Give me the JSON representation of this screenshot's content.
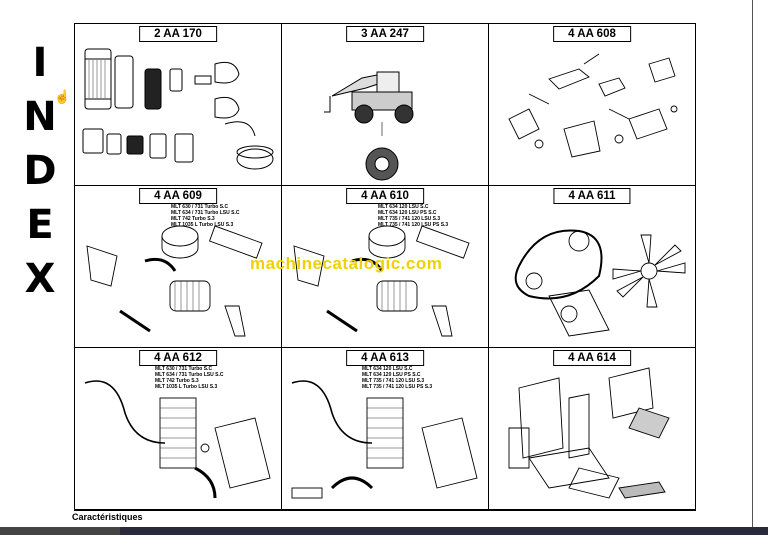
{
  "side_title": [
    "I",
    "N",
    "D",
    "E",
    "X"
  ],
  "cells": [
    {
      "code": "2 AA 170",
      "models": []
    },
    {
      "code": "3 AA 247",
      "models": []
    },
    {
      "code": "4 AA 608",
      "models": []
    },
    {
      "code": "4 AA 609",
      "models": [
        "MLT 630 / 731 Turbo S.C",
        "MLT 634 / 731 Turbo LSU S.C",
        "MLT 742 Turbo S.3",
        "MLT 1035 L Turbo LSU S.3"
      ]
    },
    {
      "code": "4 AA 610",
      "models": [
        "MLT 634 120 LSU S.C",
        "MLT 634 120 LSU PS S.C",
        "MLT 735 / 741 120 LSU S.3",
        "MLT 735 / 741 120 LSU PS S.3"
      ]
    },
    {
      "code": "4 AA 611",
      "models": []
    },
    {
      "code": "4 AA 612",
      "models": [
        "MLT 630 / 731 Turbo S.C",
        "MLT 634 / 731 Turbo LSU S.C",
        "MLT 742 Turbo S.3",
        "MLT 1035 L Turbo LSU S.3"
      ]
    },
    {
      "code": "4 AA 613",
      "models": [
        "MLT 634 120 LSU S.C",
        "MLT 634 120 LSU PS S.C",
        "MLT 735 / 741 120 LSU S.3",
        "MLT 735 / 741 120 LSU PS S.3"
      ]
    },
    {
      "code": "4 AA 614",
      "models": []
    }
  ],
  "watermark": "machinecatalogic.com",
  "footer": "Caractéristiques",
  "icons": {
    "cursor": "hand-pointer-icon"
  }
}
